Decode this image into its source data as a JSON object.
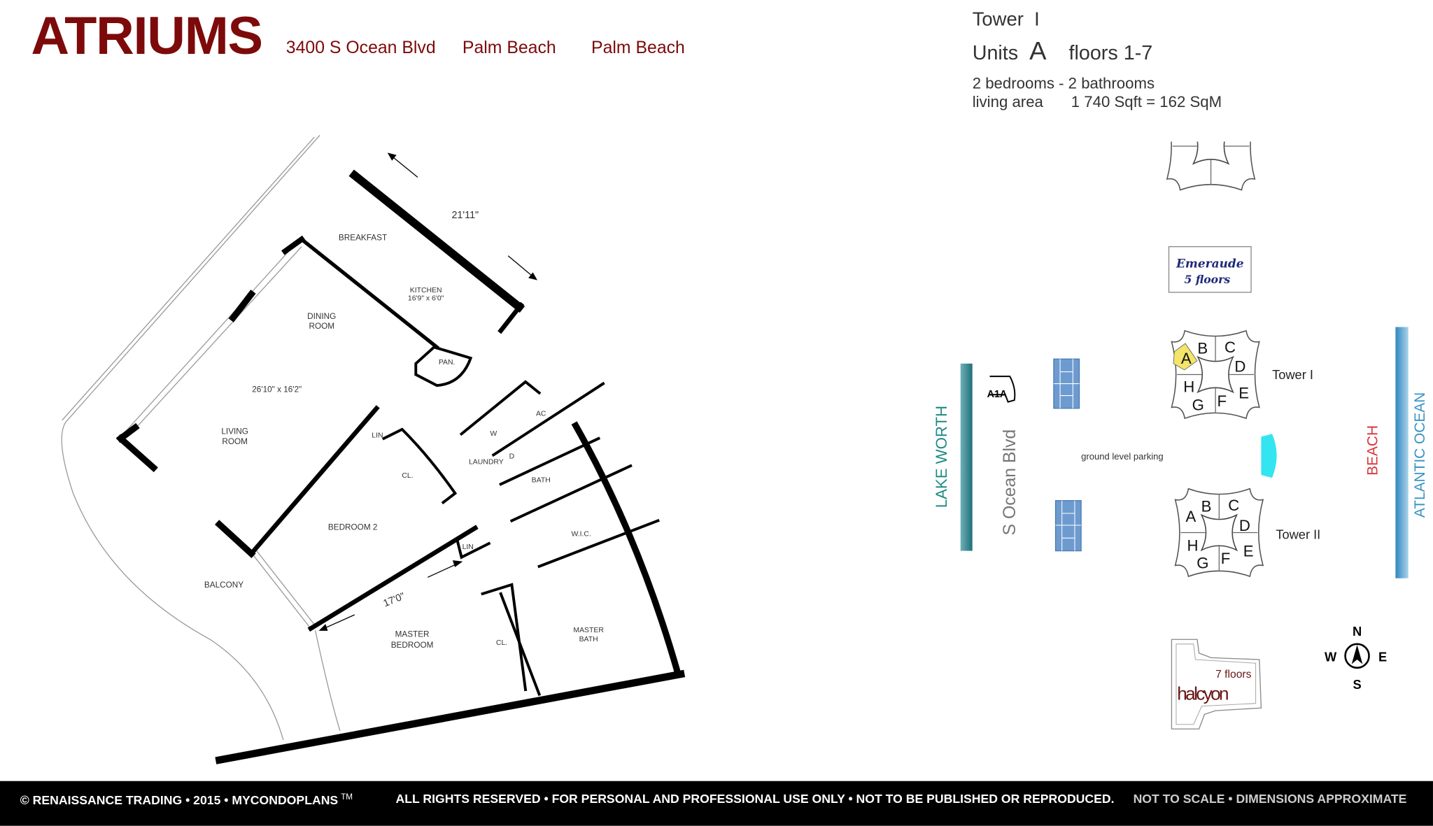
{
  "header": {
    "title": "ATRIUMS",
    "address": "3400 S Ocean Blvd",
    "city": "Palm Beach",
    "area": "Palm Beach"
  },
  "unit_info": {
    "tower_label": "Tower",
    "tower_value": "I",
    "units_label": "Units",
    "units_value": "A",
    "floors": "floors 1-7",
    "rooms": "2 bedrooms - 2 bathrooms",
    "living_area_label": "living area",
    "living_area_value": "1 740 Sqft = 162 SqM"
  },
  "floor_plan": {
    "rooms": {
      "breakfast": "BREAKFAST",
      "kitchen": "KITCHEN",
      "kitchen_dim": "16'9\" x 6'0\"",
      "dining_1": "DINING",
      "dining_2": "ROOM",
      "pantry": "PAN.",
      "living_dim": "26'10\" x 16'2\"",
      "living_1": "LIVING",
      "living_2": "ROOM",
      "lin_1": "LIN",
      "closet_1": "CL.",
      "ac": "AC",
      "washer": "W",
      "dryer": "D",
      "laundry": "LAUNDRY",
      "bath": "BATH",
      "bedroom2": "BEDROOM 2",
      "wic": "W.I.C.",
      "lin_2": "LIN",
      "balcony": "BALCONY",
      "master_1": "MASTER",
      "master_2": "BEDROOM",
      "closet_2": "CL.",
      "master_bath_1": "MASTER",
      "master_bath_2": "BATH"
    },
    "dimensions": {
      "top": "21'11\"",
      "master": "17'0\""
    }
  },
  "site_plan": {
    "lake": "LAKE WORTH",
    "road_sign": "A1A",
    "street": "S Ocean Blvd",
    "parking": "ground level parking",
    "beach": "BEACH",
    "ocean": "ATLANTIC OCEAN",
    "tower1": "Tower I",
    "tower2": "Tower II",
    "unit_letters": [
      "A",
      "B",
      "C",
      "D",
      "E",
      "F",
      "G",
      "H"
    ],
    "highlighted_unit": "A",
    "emeraude_name": "Emeraude",
    "emeraude_floors": "5 floors",
    "halcyon_name": "halcyon",
    "halcyon_floors": "7 floors",
    "compass": {
      "n": "N",
      "s": "S",
      "e": "E",
      "w": "W"
    },
    "colors": {
      "lake": "#1f7f86",
      "ocean": "#3a93c4",
      "beach": "#d9353b",
      "court": "#6d9bd0",
      "pool": "#33e5f0",
      "highlight": "#f3e46a"
    }
  },
  "footer": {
    "copyright": "© RENAISSANCE TRADING • 2015 • MYCONDOPLANS",
    "tm": "TM",
    "rights": "ALL RIGHTS RESERVED • FOR PERSONAL AND PROFESSIONAL USE ONLY • NOT TO BE PUBLISHED OR REPRODUCED.",
    "scale_note": "NOT TO SCALE • DIMENSIONS APPROXIMATE"
  }
}
